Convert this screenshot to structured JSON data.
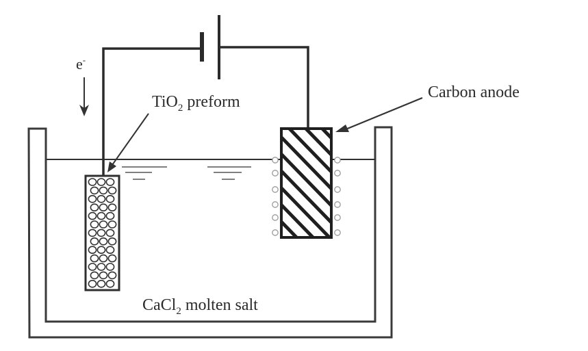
{
  "diagram": {
    "title": "Electrolytic reduction of TiO2 preform in molten CaCl2",
    "labels": {
      "electron": "e",
      "electron_superscript": "-",
      "cathode_prefix": "TiO",
      "cathode_subscript": "2",
      "cathode_suffix": " preform",
      "anode": "Carbon anode",
      "electrolyte_prefix": "CaCl",
      "electrolyte_subscript": "2",
      "electrolyte_suffix": " molten salt"
    },
    "components": [
      {
        "id": "power-source",
        "type": "battery"
      },
      {
        "id": "cathode",
        "type": "porous TiO2 preform electrode"
      },
      {
        "id": "anode",
        "type": "carbon anode (hatched)"
      },
      {
        "id": "cell",
        "type": "crucible containing molten salt"
      }
    ],
    "electron_flow_direction": "down",
    "colors": {
      "line": "#2b2b2b",
      "background": "#ffffff",
      "bubble": "#9a9a9a"
    }
  }
}
